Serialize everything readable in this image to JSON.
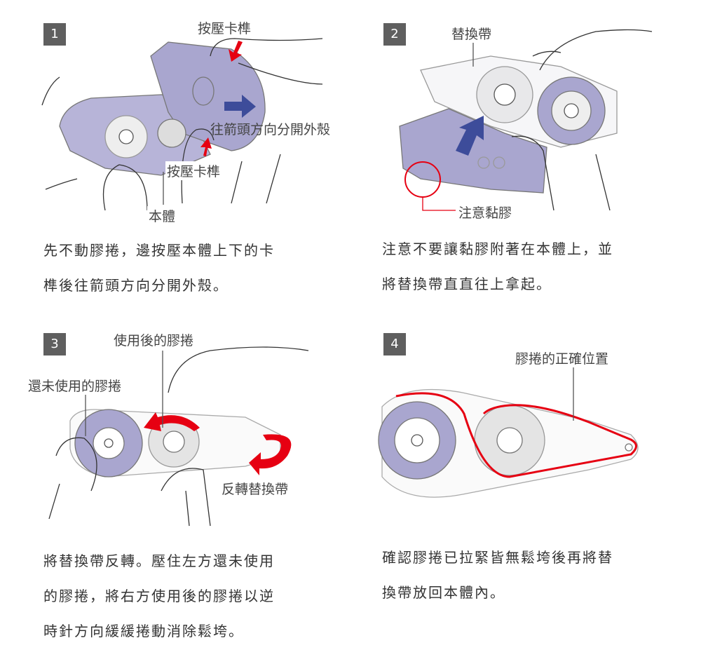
{
  "steps": [
    {
      "number": "1",
      "labels": {
        "press_top": "按壓卡榫",
        "arrow_direction": "往箭頭方向分開外殼",
        "press_bottom": "按壓卡榫",
        "body": "本體"
      },
      "caption_lines": [
        "先不動膠捲，邊按壓本體上下的卡",
        "榫後往箭頭方向分開外殼。"
      ]
    },
    {
      "number": "2",
      "labels": {
        "refill": "替換帶",
        "adhesive_note": "注意黏膠"
      },
      "caption_lines": [
        "注意不要讓黏膠附著在本體上，並",
        "將替換帶直直往上拿起。"
      ]
    },
    {
      "number": "3",
      "labels": {
        "used_roll": "使用後的膠捲",
        "unused_roll": "還未使用的膠捲",
        "reverse": "反轉替換帶"
      },
      "caption_lines": [
        "將替換帶反轉。壓住左方還未使用",
        "的膠捲，將右方使用後的膠捲以逆",
        "時針方向緩緩捲動消除鬆垮。"
      ]
    },
    {
      "number": "4",
      "labels": {
        "correct_position": "膠捲的正確位置"
      },
      "caption_lines": [
        "確認膠捲已拉緊皆無鬆垮後再將替",
        "換帶放回本體內。"
      ]
    }
  ],
  "colors": {
    "badge": "#5f5f5f",
    "lavender": "#a9a6cf",
    "red": "#e60012",
    "blue": "#3d4c9a",
    "line": "#555555"
  }
}
